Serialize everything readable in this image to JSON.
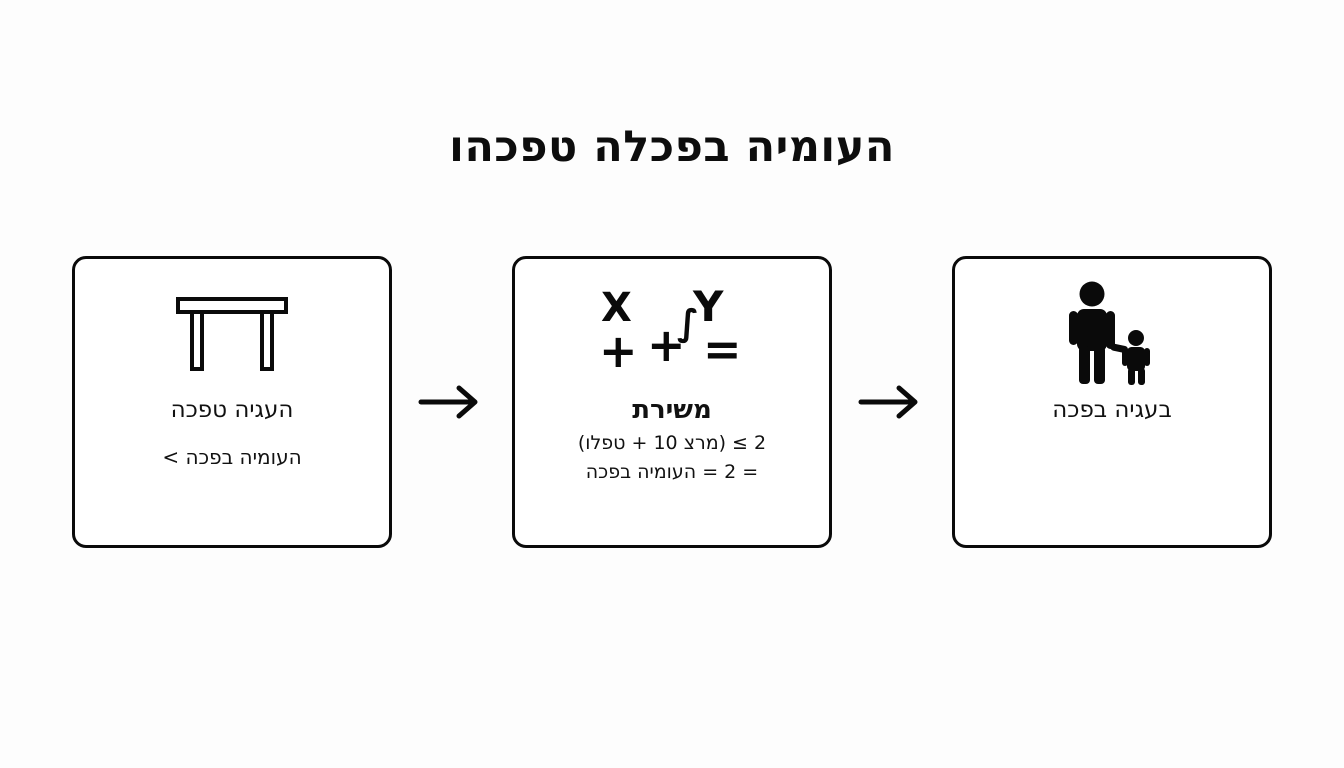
{
  "slide": {
    "background_color": "#fdfdfd",
    "ink_color": "#0a0a0a",
    "title": "העומיה בפכלה טפכהו"
  },
  "cards": [
    {
      "id": "card-family",
      "icon": "adult-and-child-pictogram-icon",
      "label": "בעגיה בפכה",
      "sublines": []
    },
    {
      "id": "card-formula",
      "icon": "formula-icon",
      "formula": {
        "x": "X",
        "y": "Y",
        "plus_1": "+",
        "plus_2": "+",
        "equals": "=",
        "squiggle": "∫"
      },
      "label": "משירת",
      "sublines": [
        "2 ≥ (מרצ 10 + טפלו)",
        "= 2 = העומיה בפכה"
      ]
    },
    {
      "id": "card-table",
      "icon": "table-furniture-icon",
      "label": "העגיה טפכה",
      "sublines": [
        "העומיה בפכה >"
      ]
    }
  ],
  "arrows": [
    {
      "id": "arrow-1",
      "direction": "right"
    },
    {
      "id": "arrow-2",
      "direction": "right"
    }
  ]
}
